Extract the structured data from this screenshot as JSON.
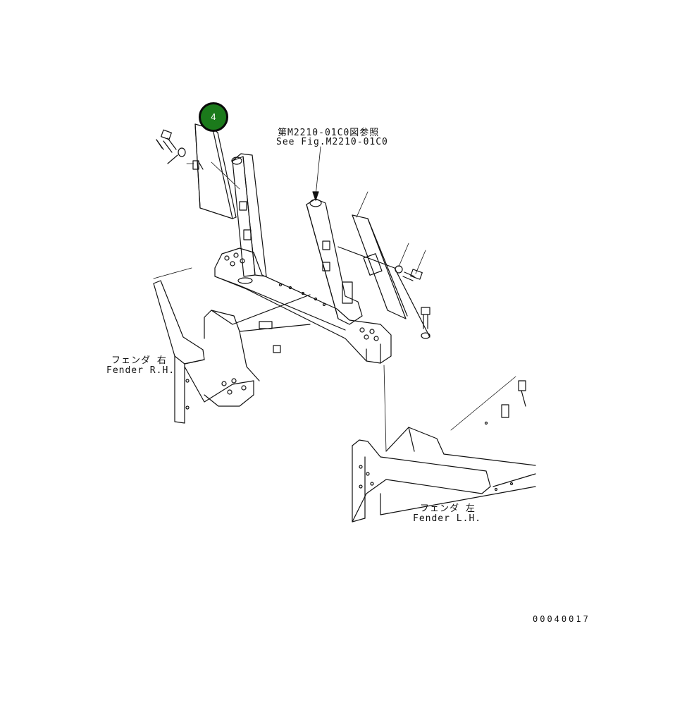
{
  "callout": {
    "number": "4"
  },
  "labels": {
    "ref_jp": "第M2210-01C0図参照",
    "ref_en": "See Fig.M2210-01C0",
    "fender_rh_jp": "フェンダ 右",
    "fender_rh_en": "Fender R.H.",
    "fender_lh_jp": "フェンダ 左",
    "fender_lh_en": "Fender L.H.",
    "figure_id": "00040017"
  },
  "colors": {
    "callout_fill": "#1b7a1b",
    "line": "#111111",
    "background": "#ffffff"
  }
}
